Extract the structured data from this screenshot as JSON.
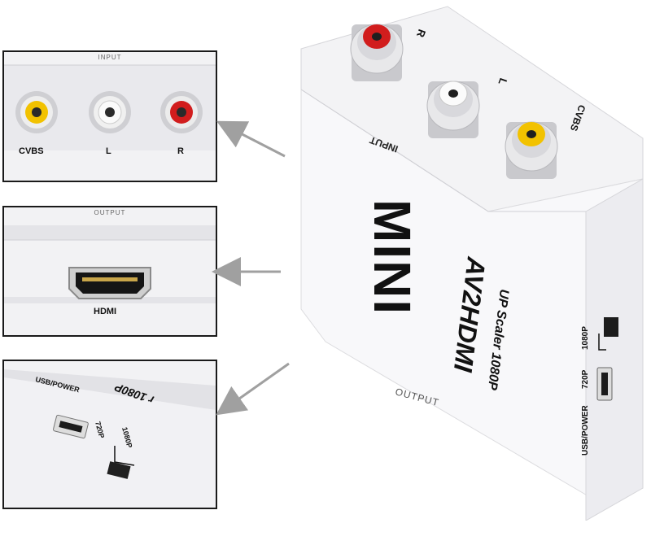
{
  "panels": {
    "input": {
      "header": "INPUT",
      "labels": {
        "cvbs": "CVBS",
        "l": "L",
        "r": "R"
      }
    },
    "output": {
      "header": "OUTPUT",
      "labels": {
        "hdmi": "HDMI"
      }
    },
    "side": {
      "label_usb": "USB/POWER",
      "label_720": "720P",
      "label_1080": "1080P",
      "cut_text": "r 1080P"
    }
  },
  "device": {
    "brand": "MINI",
    "model": "AV2HDMI",
    "subtitle": "UP Scaler 1080P",
    "input_label": "INPUT",
    "output_label": "OUTPUT",
    "jack_r": "R",
    "jack_l": "L",
    "jack_cvbs": "CVBS",
    "side_usb": "USB/POWER",
    "side_720": "720P",
    "side_1080": "1080P"
  },
  "colors": {
    "red_jack": "#d11d1d",
    "white_jack": "#f4f4f4",
    "yellow_jack": "#f2c200",
    "device_body": "#f7f7f9",
    "frame": "#1a1a1a",
    "arrow": "#a0a0a0"
  }
}
